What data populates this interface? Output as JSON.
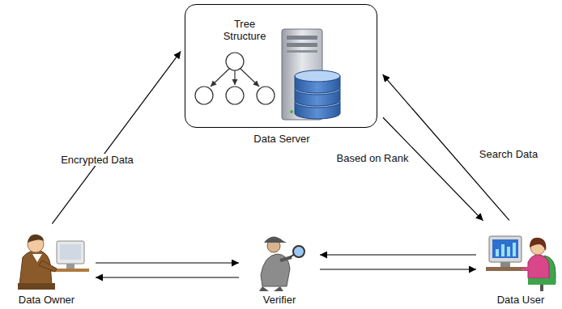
{
  "diagram": {
    "nodes": [
      {
        "text": [
          "Tree Structure",
          "Data Server"
        ]
      },
      {
        "text": [
          "Data Owner"
        ]
      },
      {
        "text": [
          "Verifier"
        ]
      },
      {
        "text": [
          "Data User"
        ]
      }
    ],
    "edges": [
      {
        "from": 1,
        "to": 0,
        "arrow": "to",
        "label": "Encrypted Data"
      },
      {
        "from": 0,
        "to": 3,
        "arrow": "to",
        "label": "Based on Rank"
      },
      {
        "from": 3,
        "to": 0,
        "arrow": "to",
        "label": "Search Data"
      },
      {
        "from": 1,
        "to": 2,
        "arrow": "to"
      },
      {
        "from": 2,
        "to": 1,
        "arrow": "to"
      },
      {
        "from": 3,
        "to": 2,
        "arrow": "to"
      },
      {
        "from": 2,
        "to": 3,
        "arrow": "to"
      }
    ]
  }
}
